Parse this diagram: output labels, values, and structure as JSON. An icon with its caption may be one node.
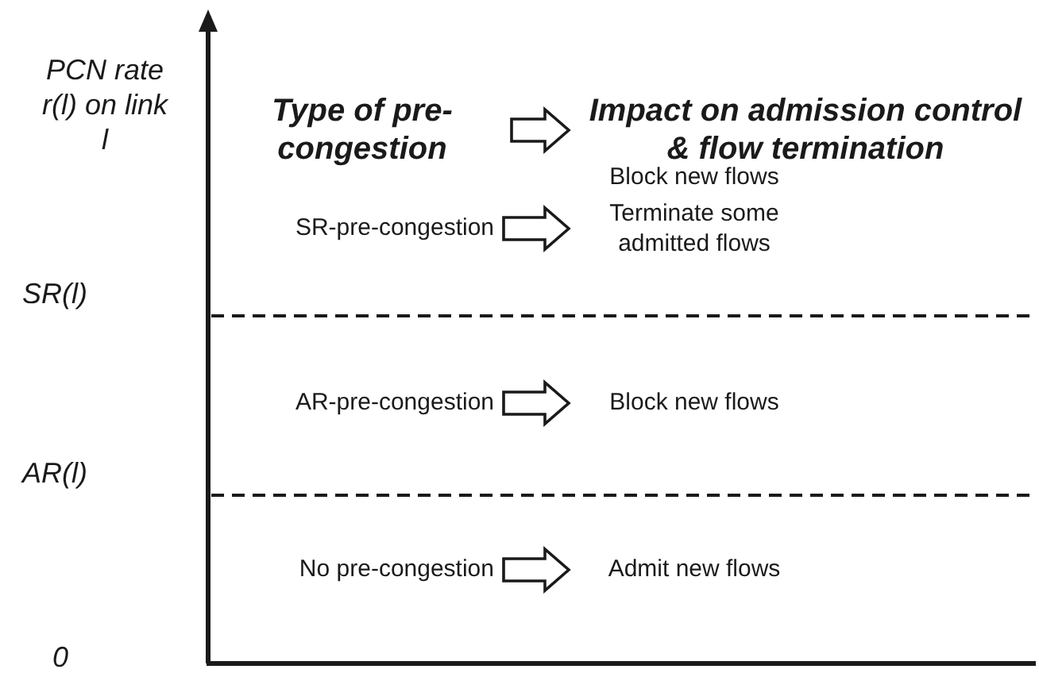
{
  "diagram": {
    "nodes": [
      {
        "text": [
          "Type of pre-congestion"
        ]
      },
      {
        "text": [
          "Impact on admission control & flow termination"
        ]
      },
      {
        "text": [
          "SR-pre-congestion"
        ]
      },
      {
        "text": [
          "Block new flows",
          "Terminate some admitted flows"
        ]
      },
      {
        "text": [
          "AR-pre-congestion"
        ]
      },
      {
        "text": [
          "Block new flows"
        ]
      },
      {
        "text": [
          "No pre-congestion"
        ]
      },
      {
        "text": [
          "Admit new flows"
        ]
      }
    ],
    "edges": [
      {
        "from": 0,
        "to": 1,
        "arrow": "to"
      },
      {
        "from": 2,
        "to": 3,
        "arrow": "to"
      },
      {
        "from": 4,
        "to": 5,
        "arrow": "to"
      },
      {
        "from": 6,
        "to": 7,
        "arrow": "to"
      }
    ],
    "labels": [
      "PCN rate r(l) on link l",
      "SR(l)",
      "AR(l)",
      "0"
    ]
  }
}
